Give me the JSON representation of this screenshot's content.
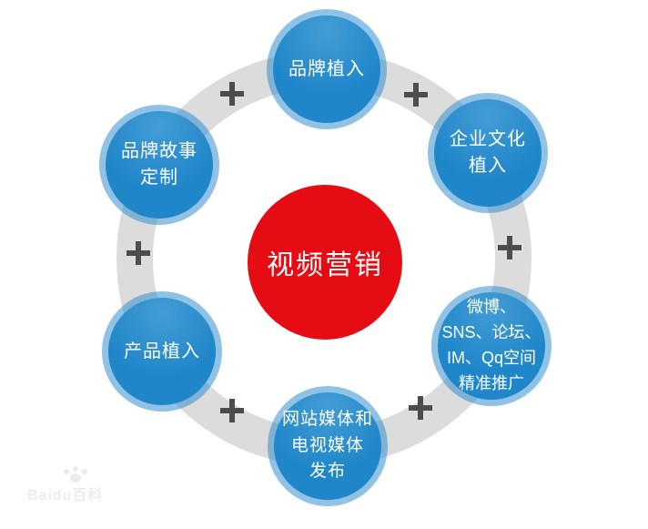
{
  "diagram": {
    "center_node": {
      "label": "视频营销"
    },
    "nodes": [
      {
        "position": "top",
        "label": "品牌植入"
      },
      {
        "position": "top-right",
        "label": "企业文化\n植入"
      },
      {
        "position": "bottom-right",
        "label": "微博、\nSNS、论坛、\nIM、Qq空间\n精准推广"
      },
      {
        "position": "bottom",
        "label": "网站媒体和\n电视媒体\n发布"
      },
      {
        "position": "bottom-left",
        "label": "产品植入"
      },
      {
        "position": "top-left",
        "label": "品牌故事\n定制"
      }
    ],
    "connector_symbol": "+",
    "connector_count": 6,
    "colors": {
      "center_fill": "#e60c14",
      "node_fill": "#1e86c9",
      "node_halo": "#84bce1",
      "ring": "#dcdcdc",
      "plus": "#4c4c4c",
      "label_text": "#ffffff"
    }
  },
  "watermark": {
    "text": "Baidu百科"
  }
}
